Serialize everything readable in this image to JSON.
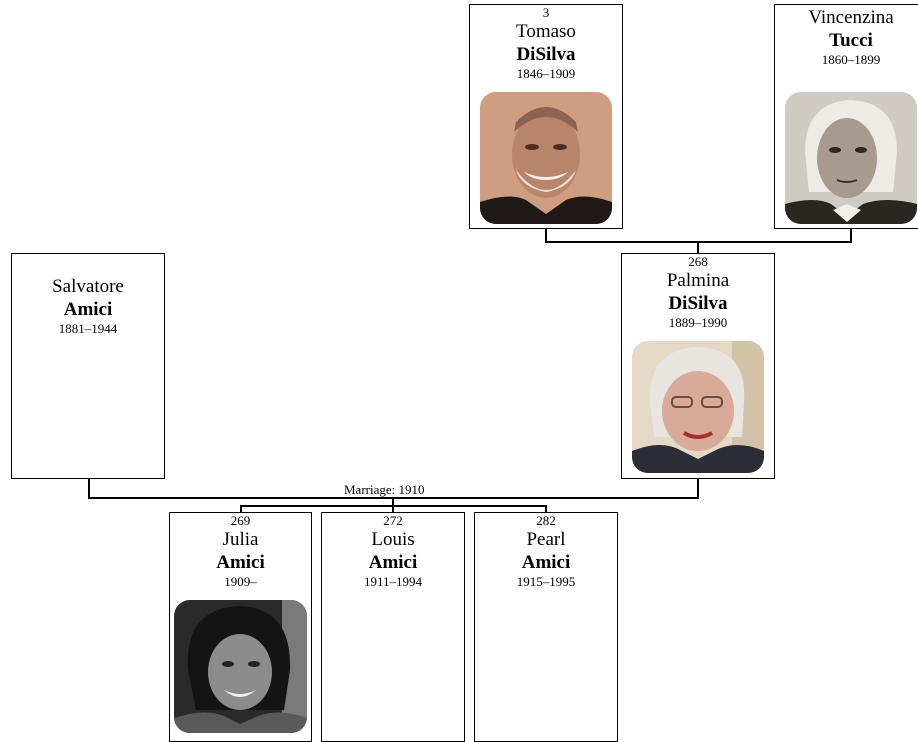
{
  "marriage_label": "Marriage: 1910",
  "people": {
    "tomaso": {
      "id": "3",
      "first": "Tomaso",
      "last": "DiSilva",
      "dates": "1846–1909"
    },
    "vincenzina": {
      "id": "",
      "first": "Vincenzina",
      "last": "Tucci",
      "dates": "1860–1899"
    },
    "salvatore": {
      "id": "",
      "first": "Salvatore",
      "last": "Amici",
      "dates": "1881–1944"
    },
    "palmina": {
      "id": "268",
      "first": "Palmina",
      "last": "DiSilva",
      "dates": "1889–1990"
    },
    "julia": {
      "id": "269",
      "first": "Julia",
      "last": "Amici",
      "dates": "1909–"
    },
    "louis": {
      "id": "272",
      "first": "Louis",
      "last": "Amici",
      "dates": "1911–1994"
    },
    "pearl": {
      "id": "282",
      "first": "Pearl",
      "last": "Amici",
      "dates": "1915–1995"
    }
  }
}
